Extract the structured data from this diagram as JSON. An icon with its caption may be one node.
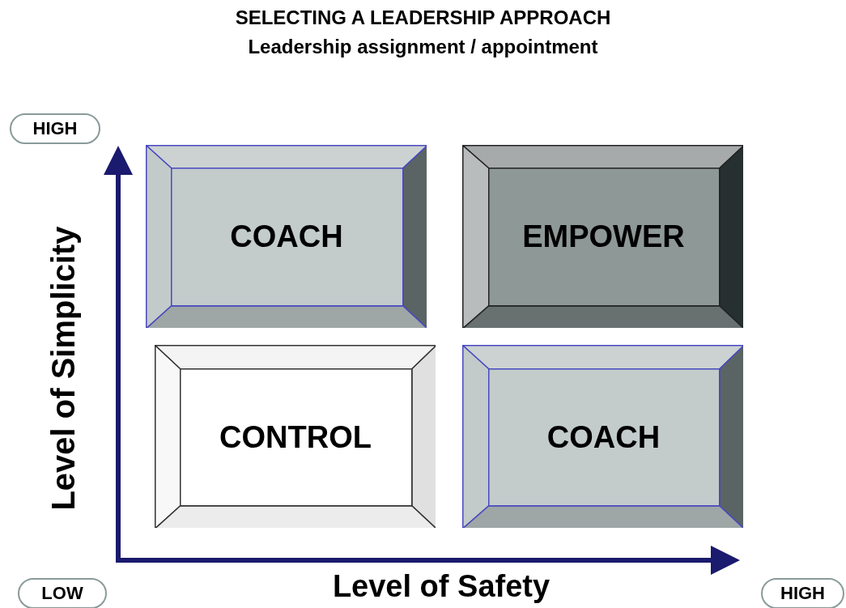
{
  "diagram": {
    "title": "SELECTING A LEADERSHIP APPROACH",
    "nodes": [
      {
        "text": [
          "HIGH"
        ]
      },
      {
        "text": [
          "COACH"
        ]
      },
      {
        "text": [
          "EMPOWER"
        ]
      },
      {
        "text": [
          "CONTROL"
        ]
      },
      {
        "text": [
          "COACH"
        ]
      },
      {
        "text": [
          "LOW"
        ]
      },
      {
        "text": [
          "HIGH"
        ]
      }
    ],
    "labels": [
      "Leadership assignment / appointment",
      "Level of Simplicity",
      "Level of Safety"
    ]
  }
}
